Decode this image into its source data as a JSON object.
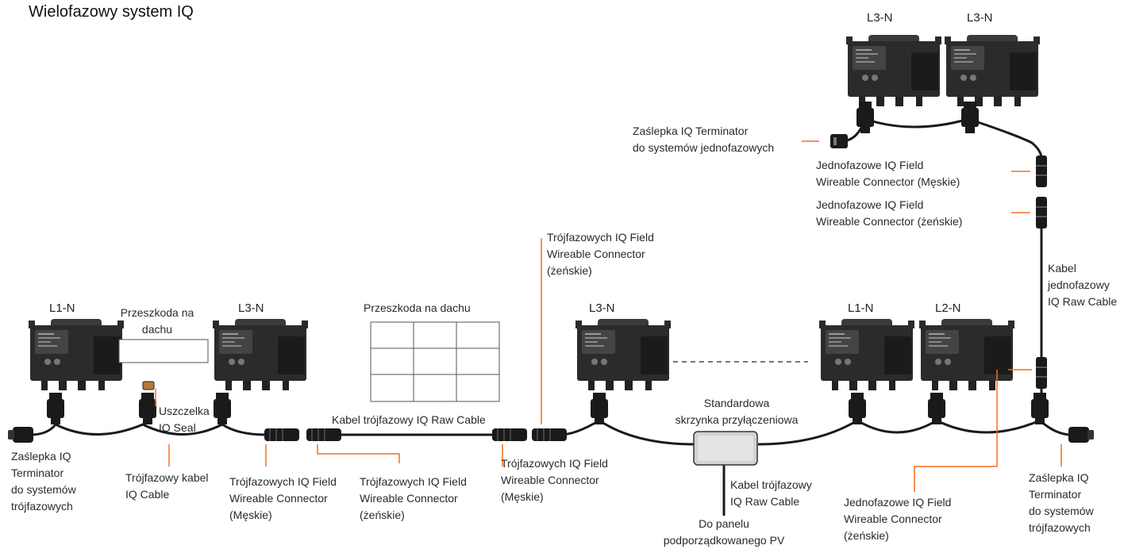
{
  "title": "Wielofazowy system IQ",
  "micro_labels": {
    "l1n_left": "L1-N",
    "l3n_left": "L3-N",
    "l3n_mid": "L3-N",
    "l1n_right": "L1-N",
    "l2n_right": "L2-N",
    "l3n_top_a": "L3-N",
    "l3n_top_b": "L3-N"
  },
  "labels": {
    "obstacle_small": "Przeszkoda na\ndachu",
    "obstacle_grid": "Przeszkoda na dachu",
    "seal": "Uszczelka\nIQ Seal",
    "raw_cable_three": "Kabel trójfazowy IQ Raw Cable",
    "term_three_left": "Zaślepka IQ\nTerminator\ndo systemów\ntrójfazowych",
    "iq_cable_three": "Trójfazowy kabel\nIQ Cable",
    "fwc_three_male_a": "Trójfazowych IQ Field\nWireable Connector\n(Męskie)",
    "fwc_three_female_a": "Trójfazowych IQ Field\nWireable Connector\n(żeńskie)",
    "fwc_three_female_top": "Trójfazowych IQ Field\nWireable Connector\n(żeńskie)",
    "fwc_three_male_b": "Trójfazowych IQ Field\nWireable Connector\n(Męskie)",
    "junction_box": "Standardowa\nskrzynka przyłączeniowa",
    "raw_cable_three_b": "Kabel trójfazowy\nIQ Raw Cable",
    "to_sub_panel": "Do panelu\npodporządkowanego PV",
    "fwc_single_female_bottom": "Jednofazowe IQ Field\nWireable Connector\n(żeńskie)",
    "term_three_right": "Zaślepka IQ\nTerminator\ndo systemów\ntrójfazowych",
    "term_single": "Zaślepka IQ Terminator\ndo systemów jednofazowych",
    "fwc_single_male": "Jednofazowe IQ Field\nWireable Connector (Męskie)",
    "fwc_single_female": "Jednofazowe IQ Field\nWireable Connector (żeńskie)",
    "raw_cable_single": "Kabel\njednofazowy\nIQ Raw Cable"
  },
  "colors": {
    "accent": "#F37021",
    "device": "#2b2b2b",
    "device_light": "#4a4a4a",
    "cable": "#1a1a1a",
    "box": "#d3d3d3"
  }
}
